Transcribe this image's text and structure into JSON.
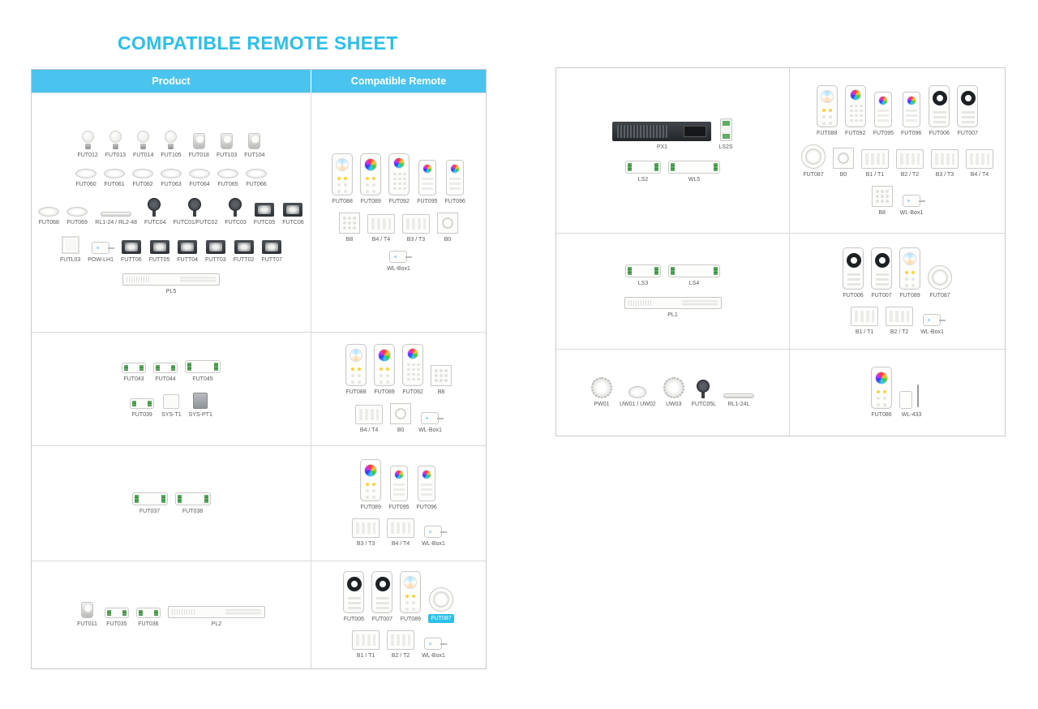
{
  "title": "COMPATIBLE REMOTE SHEET",
  "colors": {
    "accent": "#2cbfe9",
    "header_bg": "#4ac4ee",
    "border": "#d9d9d9",
    "highlight_label_bg": "#2cbfe9"
  },
  "left_table": {
    "headers": [
      "Product",
      "Compatible Remote"
    ],
    "rows": [
      {
        "product_lines": [
          [
            {
              "label": "FUT012",
              "kind": "bulb"
            },
            {
              "label": "FUT013",
              "kind": "bulb"
            },
            {
              "label": "FUT014",
              "kind": "bulb"
            },
            {
              "label": "FUT105",
              "kind": "bulb"
            },
            {
              "label": "FUT018",
              "kind": "spotbulb"
            },
            {
              "label": "FUT103",
              "kind": "spotbulb"
            },
            {
              "label": "FUT104",
              "kind": "spotbulb"
            }
          ],
          [
            {
              "label": "FUT060",
              "kind": "downlight"
            },
            {
              "label": "FUT061",
              "kind": "downlight"
            },
            {
              "label": "FUT062",
              "kind": "downlight"
            },
            {
              "label": "FUT063",
              "kind": "downlight"
            },
            {
              "label": "FUT064",
              "kind": "downlight"
            },
            {
              "label": "FUT065",
              "kind": "downlight"
            },
            {
              "label": "FUT066",
              "kind": "downlight"
            }
          ],
          [
            {
              "label": "FUT068",
              "kind": "downlight"
            },
            {
              "label": "FUT069",
              "kind": "downlight"
            },
            {
              "label": "RL1-24 / RL2-48",
              "kind": "bar"
            },
            {
              "label": "FUTC04",
              "kind": "spotstand"
            },
            {
              "label": "FUTC01/FUTC02",
              "kind": "spotstand"
            },
            {
              "label": "FUTC03",
              "kind": "spotstand"
            },
            {
              "label": "FUTC05",
              "kind": "flood"
            },
            {
              "label": "FUTC06",
              "kind": "flood"
            }
          ],
          [
            {
              "label": "FUTL03",
              "kind": "panel"
            },
            {
              "label": "POW-LH1",
              "kind": "gateway"
            },
            {
              "label": "FUTT06",
              "kind": "flood"
            },
            {
              "label": "FUTT05",
              "kind": "flood"
            },
            {
              "label": "FUTT04",
              "kind": "flood"
            },
            {
              "label": "FUTT03",
              "kind": "flood"
            },
            {
              "label": "FUTT02",
              "kind": "flood"
            },
            {
              "label": "FUTT07",
              "kind": "flood"
            }
          ],
          [
            {
              "label": "PL5",
              "kind": "driver"
            }
          ]
        ],
        "remote_lines": [
          [
            {
              "label": "FUT088",
              "kind": "remote-cct"
            },
            {
              "label": "FUT089",
              "kind": "remote-color"
            },
            {
              "label": "FUT092",
              "kind": "remote-grid"
            },
            {
              "label": "FUT095",
              "kind": "remote-keypad"
            },
            {
              "label": "FUT096",
              "kind": "remote-keypad"
            }
          ],
          [
            {
              "label": "B8",
              "kind": "wallpanel-sq"
            },
            {
              "label": "B4 / T4",
              "kind": "wallpanel"
            },
            {
              "label": "B3 / T3",
              "kind": "wallpanel"
            },
            {
              "label": "B0",
              "kind": "wallpanel-knob"
            }
          ],
          [
            {
              "label": "WL-Box1",
              "kind": "gateway"
            }
          ]
        ]
      },
      {
        "product_lines": [
          [
            {
              "label": "FUT043",
              "kind": "controller-mini"
            },
            {
              "label": "FUT044",
              "kind": "controller-mini"
            },
            {
              "label": "FUT045",
              "kind": "controller"
            }
          ],
          [
            {
              "label": "FUT039",
              "kind": "controller-mini"
            },
            {
              "label": "SYS-T1",
              "kind": "box"
            },
            {
              "label": "SYS-PT1",
              "kind": "box-gray"
            }
          ]
        ],
        "remote_lines": [
          [
            {
              "label": "FUT088",
              "kind": "remote-cct"
            },
            {
              "label": "FUT089",
              "kind": "remote-color"
            },
            {
              "label": "FUT092",
              "kind": "remote-grid"
            },
            {
              "label": "B8",
              "kind": "wallpanel-sq"
            }
          ],
          [
            {
              "label": "B4 / T4",
              "kind": "wallpanel"
            },
            {
              "label": "B0",
              "kind": "wallpanel-knob"
            },
            {
              "label": "WL-Box1",
              "kind": "gateway"
            }
          ]
        ]
      },
      {
        "product_lines": [
          [
            {
              "label": "FUT037",
              "kind": "controller"
            },
            {
              "label": "FUT038",
              "kind": "controller"
            }
          ]
        ],
        "remote_lines": [
          [
            {
              "label": "FUT089",
              "kind": "remote-color"
            },
            {
              "label": "FUT095",
              "kind": "remote-keypad"
            },
            {
              "label": "FUT096",
              "kind": "remote-keypad"
            }
          ],
          [
            {
              "label": "B3 / T3",
              "kind": "wallpanel"
            },
            {
              "label": "B4 / T4",
              "kind": "wallpanel"
            },
            {
              "label": "WL-Box1",
              "kind": "gateway"
            }
          ]
        ]
      },
      {
        "product_lines": [
          [
            {
              "label": "FUT011",
              "kind": "spotbulb"
            },
            {
              "label": "FUT035",
              "kind": "controller-mini"
            },
            {
              "label": "FUT036",
              "kind": "controller-mini"
            },
            {
              "label": "PL2",
              "kind": "driver"
            }
          ]
        ],
        "remote_lines": [
          [
            {
              "label": "FUT006",
              "kind": "remote-dim"
            },
            {
              "label": "FUT007",
              "kind": "remote-dim"
            },
            {
              "label": "FUT089",
              "kind": "remote-cct"
            },
            {
              "label": "FUT087",
              "kind": "remote-round",
              "highlight": true
            }
          ],
          [
            {
              "label": "B1 / T1",
              "kind": "wallpanel"
            },
            {
              "label": "B2 / T2",
              "kind": "wallpanel"
            },
            {
              "label": "WL-Box1",
              "kind": "gateway"
            }
          ]
        ]
      }
    ]
  },
  "right_table": {
    "rows": [
      {
        "product_lines": [
          [
            {
              "label": "PX1",
              "kind": "driver-black"
            },
            {
              "label": "LS2S",
              "kind": "din"
            }
          ],
          [
            {
              "label": "LS2",
              "kind": "controller"
            },
            {
              "label": "WL5",
              "kind": "controller-wide"
            }
          ]
        ],
        "remote_lines": [
          [
            {
              "label": "FUT088",
              "kind": "remote-cct"
            },
            {
              "label": "FUT092",
              "kind": "remote-grid"
            },
            {
              "label": "FUT095",
              "kind": "remote-keypad"
            },
            {
              "label": "FUT096",
              "kind": "remote-keypad"
            },
            {
              "label": "FUT006",
              "kind": "remote-dim"
            },
            {
              "label": "FUT007",
              "kind": "remote-dim"
            }
          ],
          [
            {
              "label": "FUT087",
              "kind": "remote-round"
            },
            {
              "label": "B0",
              "kind": "wallpanel-knob"
            },
            {
              "label": "B1 / T1",
              "kind": "wallpanel"
            },
            {
              "label": "B2 / T2",
              "kind": "wallpanel"
            },
            {
              "label": "B3 / T3",
              "kind": "wallpanel"
            },
            {
              "label": "B4 / T4",
              "kind": "wallpanel"
            }
          ],
          [
            {
              "label": "B8",
              "kind": "wallpanel-sq"
            },
            {
              "label": "WL-Box1",
              "kind": "gateway"
            }
          ]
        ]
      },
      {
        "product_lines": [
          [
            {
              "label": "LS3",
              "kind": "controller"
            },
            {
              "label": "LS4",
              "kind": "controller-wide"
            }
          ],
          [
            {
              "label": "PL1",
              "kind": "driver"
            }
          ]
        ],
        "remote_lines": [
          [
            {
              "label": "FUT006",
              "kind": "remote-dim"
            },
            {
              "label": "FUT007",
              "kind": "remote-dim"
            },
            {
              "label": "FUT089",
              "kind": "remote-cct"
            },
            {
              "label": "FUT087",
              "kind": "remote-round"
            }
          ],
          [
            {
              "label": "B1 / T1",
              "kind": "wallpanel"
            },
            {
              "label": "B2 / T2",
              "kind": "wallpanel"
            },
            {
              "label": "WL-Box1",
              "kind": "gateway"
            }
          ]
        ]
      },
      {
        "product_lines": [
          [
            {
              "label": "PW01",
              "kind": "pool"
            },
            {
              "label": "UW01 / UW02",
              "kind": "pool-small"
            },
            {
              "label": "UW03",
              "kind": "pool"
            },
            {
              "label": "FUTC05L",
              "kind": "spotstand"
            },
            {
              "label": "RL1-24L",
              "kind": "bar"
            }
          ]
        ],
        "remote_lines": [
          [
            {
              "label": "FUT086",
              "kind": "remote-color"
            },
            {
              "label": "WL-433",
              "kind": "gateway-antenna"
            }
          ]
        ]
      }
    ]
  }
}
